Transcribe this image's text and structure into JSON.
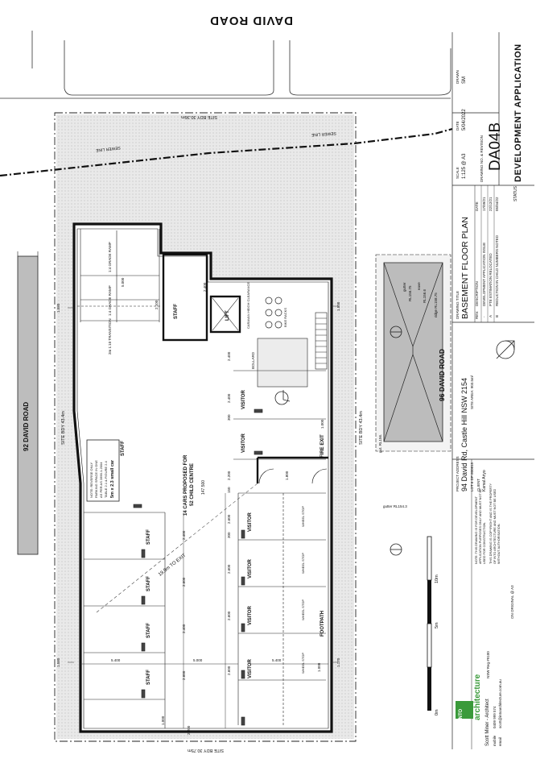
{
  "road_top": "DAVID ROAD",
  "road_left": "92 DAVID ROAD",
  "neighbour_right": "96 DAVID ROAD",
  "sewer_line": "SEWER LINE",
  "site_boundaries": {
    "top": "SITE BDY 30.36m",
    "left": "SITE BDY 43.4m",
    "right": "SITE BDY 43.4m",
    "bottom": "SITE BDY 30.75m"
  },
  "plan": {
    "center_note_1": "14 CARS PROPOSED FOR",
    "center_note_2": "52 CHILD CENTRE",
    "rl_center": "147.500",
    "to_exit": "19.9m TO EXIT",
    "fire_exit": "FIRE EXIT",
    "footpath": "FOOTPATH",
    "lift": "LIFT",
    "bollard": "BOLLARD",
    "grade_ramp_1": "1:4 GRADE RAMP",
    "grade_ramp_2": "1:4 GRADE RAMP",
    "transition": "2m 1:10 TRANSITION",
    "caravan_note": "CARAVAN HEIGH CLEARANCE",
    "bike_note": "BIKE RACKS",
    "note_box_1": "NOTE: REVERSE ONLY",
    "note_box_2": "PARKING SPACE IN ONE",
    "note_box_3": "AS PER AS 2890.1-2004",
    "note_box_4": "TABLE 2.1 & FIGURE 2.4",
    "note_box_5": "5m x 2.3 small car",
    "staff_label": "STAFF",
    "visitor_label": "VISITOR",
    "wheel_stop": "WHEEL STOP",
    "gutter_1": "gutter",
    "gutter_rl_1": "RL156.75",
    "eave": "eave",
    "eave_rl": "RL156.6",
    "ridge": "ridge RL158.75",
    "gutter_2": "gut. RL156.",
    "gutter_3": "gutter RL154.3",
    "dims": {
      "d5000": "5.000",
      "d5400": "5.400",
      "d2400": "2.400",
      "d2600": "2.600",
      "d1800": "1.800",
      "d1000": "1.000",
      "d1500": "1.500",
      "d1580": "1.580",
      "d2200": "2.200",
      "d300": "300",
      "d150": "150",
      "d1170": "1.170",
      "d2100": "2.100"
    }
  },
  "title_block": {
    "project_address_label": "PROJECT ADDRESS",
    "project_address": "94 David Rd, Castle Hill NSW 2154",
    "lot": "LOT 6  DP 800815",
    "site_area": "SITE AREA: 903.5m²",
    "drawing_title_label": "DRAWING TITLE",
    "drawing_title": "BASEMENT FLOOR PLAN",
    "scale_label": "SCALE",
    "scale": "1:125 @ A3",
    "date_label": "DATE",
    "date": "5/04/2022",
    "drawn_label": "DRAWN",
    "drawn": "SM",
    "drawing_no_label": "DRAWING NO. & REVISION",
    "drawing_no": "DA04B",
    "status_label": "STATUS",
    "status": "DEVELOPMENT APPLICATION",
    "client_label": "CLIENT",
    "client": "Kamal Ariyo",
    "rev_header": [
      "REV.",
      "DESCRIPTION",
      "DATE"
    ],
    "revisions": [
      {
        "rev": "-",
        "desc": "DEVELOPMENT APPLICATION ISSUE",
        "date": "17/09/21"
      },
      {
        "rev": "A",
        "desc": "PTE ESTIMATION RELOCATED",
        "date": "22/12/21"
      },
      {
        "rev": "B",
        "desc": "REDUCTION IN CHILD NUMBERS NOTED",
        "date": "05/04/22"
      }
    ],
    "note_1": "NOTE: THIS DRAWING IS FOR DEVELOPMENT",
    "note_2": "APPLICATION PURPOSES ONLY AND MUST NOT BE",
    "note_3": "USED FOR CONSTRUCTION.",
    "note_4": "THIS DRAWING IS COPYRIGHT AND IS THE PROPERTY",
    "note_5": "OF INTO ARCHITECTURE AND MUST NOT BE USED",
    "note_6": "WITHOUT AUTHORISATION.",
    "original": "ON ORIGINAL @ A3",
    "firm_into": "INTO",
    "firm_arch": "architecture",
    "architect": "Scott Miner - Architect",
    "nsw_reg": "NSW Reg #9100",
    "mobile_label": "mobile",
    "mobile": "0409 999 574",
    "email_label": "email",
    "email": "scott@intoarchitecture.com.au",
    "scale_bar": [
      "0m",
      "5m",
      "10m"
    ]
  },
  "colors": {
    "hatch": "#d4d4d4",
    "building_fill": "#bcbcbc",
    "line": "#111111",
    "logo_green": "#3a9a3a"
  }
}
